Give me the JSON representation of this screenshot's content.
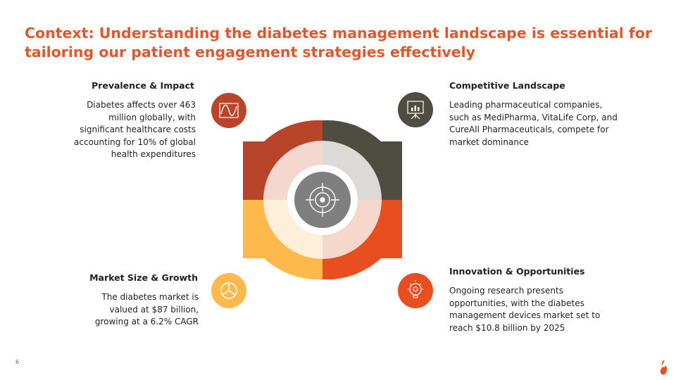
{
  "slide": {
    "title": "Context: Understanding the diabetes management landscape is essential for tailoring our patient engagement strategies effectively",
    "page_number": "6"
  },
  "sections": {
    "prevalence": {
      "heading": "Prevalence & Impact",
      "body": "Diabetes affects over 463 million globally, with significant healthcare costs accounting for 10% of global health expenditures",
      "icon": "line-chart-icon",
      "color": "#B8452A"
    },
    "competitive": {
      "heading": "Competitive Landscape",
      "body": "Leading pharmaceutical companies, such as MediPharma, VitaLife Corp, and CureAll Pharmaceuticals, compete for market dominance",
      "icon": "presentation-board-icon",
      "color": "#4F4C42"
    },
    "market": {
      "heading": "Market Size & Growth",
      "body": "The diabetes market is valued at $87 billion, growing at a 6.2% CAGR",
      "icon": "pie-chart-icon",
      "color": "#FDB94B"
    },
    "innovation": {
      "heading": "Innovation & Opportunities",
      "body": "Ongoing research presents opportunities, with the diabetes management devices market set to reach $10.8 billion by 2025",
      "icon": "lightbulb-gear-icon",
      "color": "#E84E20"
    }
  },
  "center": {
    "icon": "target-icon"
  }
}
